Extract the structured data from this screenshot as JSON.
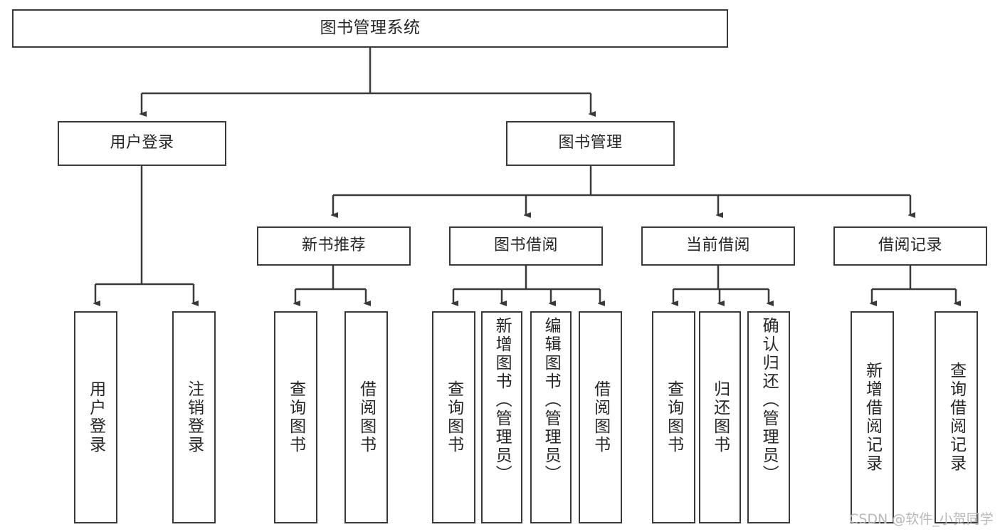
{
  "diagram": {
    "type": "tree",
    "title": "图书管理系统",
    "orientation": "top-down",
    "line_color": "#3a3a3a",
    "box_fill": "#ffffff",
    "text_color": "#262626",
    "watermark": "CSDN @软件_小贺同学"
  },
  "nodes": {
    "root": {
      "label": "图书管理系统"
    },
    "level2": [
      {
        "id": "user-login",
        "label": "用户登录"
      },
      {
        "id": "book-manage",
        "label": "图书管理"
      }
    ],
    "level3": [
      {
        "id": "new-book-recommend",
        "label": "新书推荐"
      },
      {
        "id": "book-borrow",
        "label": "图书借阅"
      },
      {
        "id": "current-borrow",
        "label": "当前借阅"
      },
      {
        "id": "borrow-record",
        "label": "借阅记录"
      }
    ],
    "leaves": {
      "user_login": [
        {
          "id": "leaf-user-login",
          "label": "用户登录"
        },
        {
          "id": "leaf-logout",
          "label": "注销登录"
        }
      ],
      "new_book_recommend": [
        {
          "id": "leaf-query-book-1",
          "label": "查询图书"
        },
        {
          "id": "leaf-borrow-book-1",
          "label": "借阅图书"
        }
      ],
      "book_borrow": [
        {
          "id": "leaf-query-book-2",
          "label": "查询图书"
        },
        {
          "id": "leaf-add-book",
          "label": "新增图书（管理员）"
        },
        {
          "id": "leaf-edit-book",
          "label": "编辑图书（管理员）"
        },
        {
          "id": "leaf-borrow-book-2",
          "label": "借阅图书"
        }
      ],
      "current_borrow": [
        {
          "id": "leaf-query-book-3",
          "label": "查询图书"
        },
        {
          "id": "leaf-return-book",
          "label": "归还图书"
        },
        {
          "id": "leaf-confirm-return",
          "label": "确认归还（管理员）"
        }
      ],
      "borrow_record": [
        {
          "id": "leaf-add-record",
          "label": "新增借阅记录"
        },
        {
          "id": "leaf-query-record",
          "label": "查询借阅记录"
        }
      ]
    }
  }
}
